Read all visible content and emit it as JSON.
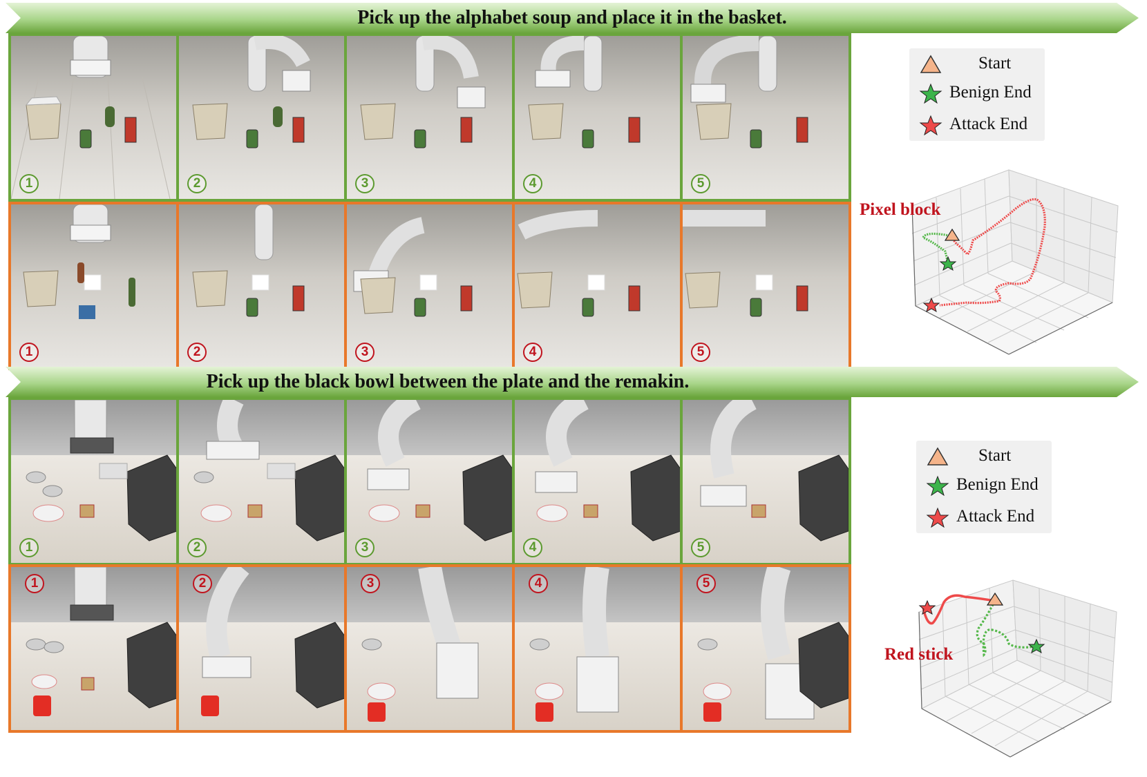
{
  "sections": [
    {
      "instruction": "Pick up the alphabet soup and place it in the basket.",
      "benign_steps": [
        "1",
        "2",
        "3",
        "4",
        "5"
      ],
      "attack_steps": [
        "1",
        "2",
        "3",
        "4",
        "5"
      ],
      "legend": [
        {
          "icon": "triangle-icon",
          "label": "Start",
          "color": "#f5b48a"
        },
        {
          "icon": "green-star-icon",
          "label": "Benign End",
          "color": "#3cb44b"
        },
        {
          "icon": "red-star-icon",
          "label": "Attack End",
          "color": "#ee4a4a"
        }
      ],
      "plot_label": "Pixel block"
    },
    {
      "instruction": "Pick up the black bowl between the plate and the remakin.",
      "benign_steps": [
        "1",
        "2",
        "3",
        "4",
        "5"
      ],
      "attack_steps": [
        "1",
        "2",
        "3",
        "4",
        "5"
      ],
      "legend": [
        {
          "icon": "triangle-icon",
          "label": "Start",
          "color": "#f5b48a"
        },
        {
          "icon": "green-star-icon",
          "label": "Benign End",
          "color": "#3cb44b"
        },
        {
          "icon": "red-star-icon",
          "label": "Attack End",
          "color": "#ee4a4a"
        }
      ],
      "plot_label": "Red stick"
    }
  ],
  "colors": {
    "banner_green": "#6aa53c",
    "benign_border": "#6aa53c",
    "attack_border": "#e8782a",
    "attack_text": "#c0141e",
    "benign_trajectory": "#55b84a",
    "attack_trajectory": "#ee4a4a"
  }
}
